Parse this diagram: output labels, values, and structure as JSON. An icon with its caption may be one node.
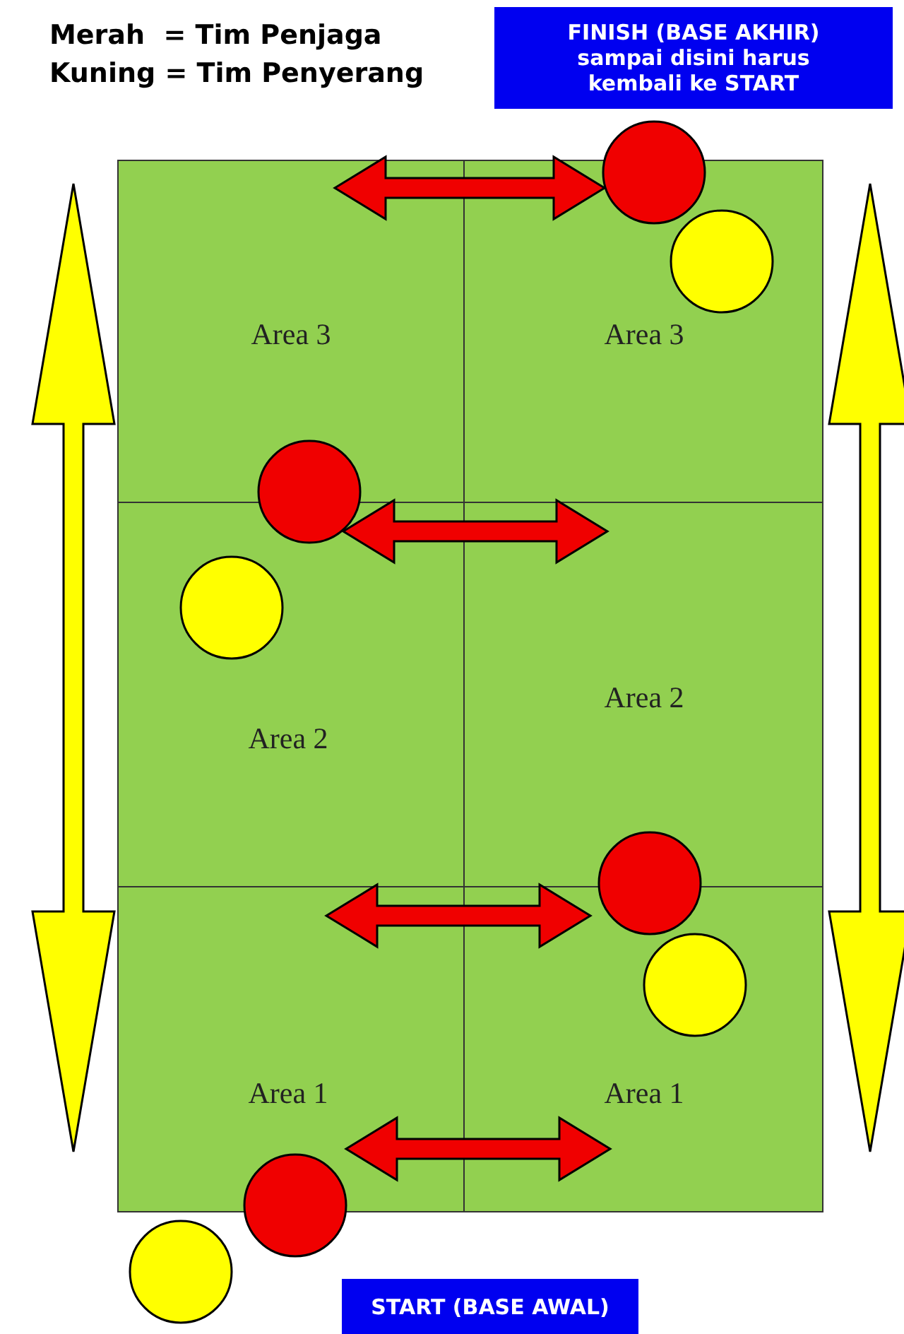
{
  "diagram": {
    "nodes": [
      {
        "text": [
          "FINISH (BASE AKHIR) sampai disini harus kembali ke START"
        ]
      },
      {
        "text": [
          "Area 3"
        ]
      },
      {
        "text": [
          "Area 3"
        ]
      },
      {
        "text": [
          "Area 2"
        ]
      },
      {
        "text": [
          "Area 2"
        ]
      },
      {
        "text": [
          "Area 1"
        ]
      },
      {
        "text": [
          "Area 1"
        ]
      },
      {
        "text": [
          "START (BASE AWAL)"
        ]
      },
      {
        "text": [],
        "shape": "circle"
      },
      {
        "text": [],
        "shape": "circle",
        "in": 2
      },
      {
        "text": [],
        "shape": "circle"
      },
      {
        "text": [],
        "shape": "circle",
        "in": 3
      },
      {
        "text": [],
        "shape": "circle"
      },
      {
        "text": [],
        "shape": "circle",
        "in": 6
      },
      {
        "text": [],
        "shape": "circle"
      },
      {
        "text": [],
        "shape": "circle"
      }
    ],
    "edges": [
      {
        "from": 1,
        "to": 2,
        "arrow": "both"
      },
      {
        "from": 3,
        "to": 4,
        "arrow": "both"
      },
      {
        "from": 5,
        "to": 6,
        "arrow": "both"
      },
      {
        "from": 5,
        "to": 6,
        "arrow": "both"
      }
    ],
    "labels": [
      "Merah  = Tim Penjaga",
      "Kuning = Tim Penyerang"
    ]
  }
}
